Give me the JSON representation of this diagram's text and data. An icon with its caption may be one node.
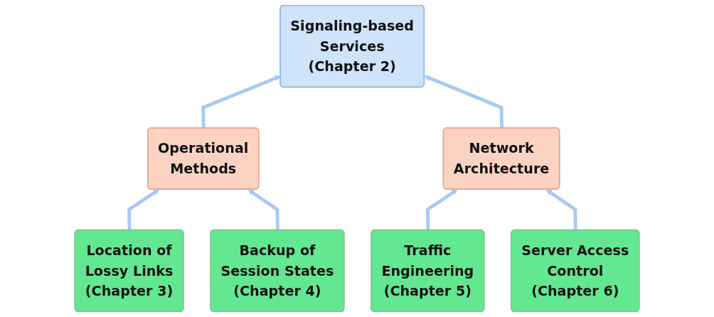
{
  "diagram": {
    "nodes": [
      {
        "text": [
          "Signaling-based Services (Chapter 2)"
        ]
      },
      {
        "text": [
          "Operational Methods"
        ]
      },
      {
        "text": [
          "Network Architecture"
        ]
      },
      {
        "text": [
          "Location of Lossy Links (Chapter 3)"
        ]
      },
      {
        "text": [
          "Backup of Session States (Chapter 4)"
        ]
      },
      {
        "text": [
          "Traffic Engineering (Chapter 5)"
        ]
      },
      {
        "text": [
          "Server Access Control (Chapter 6)"
        ]
      }
    ],
    "edges": [
      {
        "from": 1,
        "to": 0,
        "arrow": "to"
      },
      {
        "from": 2,
        "to": 0,
        "arrow": "to"
      },
      {
        "from": 3,
        "to": 1,
        "arrow": "to"
      },
      {
        "from": 4,
        "to": 1,
        "arrow": "to"
      },
      {
        "from": 5,
        "to": 2,
        "arrow": "to"
      },
      {
        "from": 6,
        "to": 2,
        "arrow": "to"
      }
    ]
  }
}
